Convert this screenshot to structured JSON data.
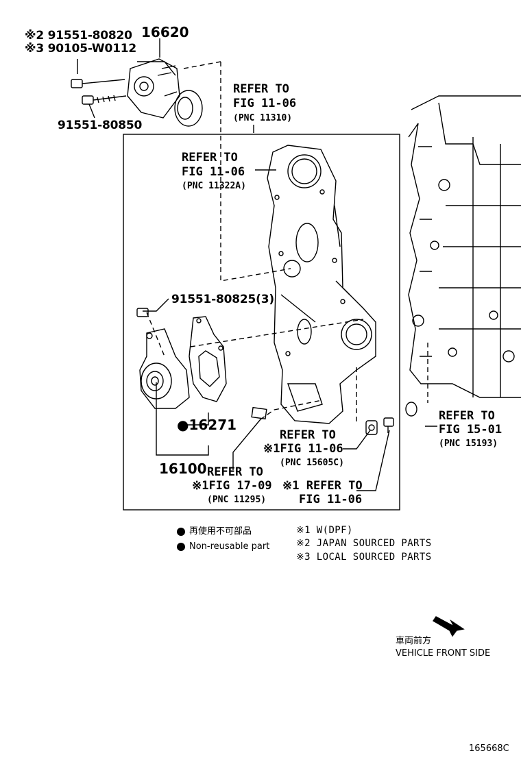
{
  "labels": {
    "p_16620": "16620",
    "p_91551_80820": "※2 91551-80820",
    "p_90105_w0112": "※3 90105-W0112",
    "p_91551_80850": "91551-80850",
    "ref1_a": "REFER TO",
    "ref1_b": "FIG 11-06",
    "ref1_c": "(PNC 11310)",
    "ref2_a": "REFER TO",
    "ref2_b": "FIG 11-06",
    "ref2_c": "(PNC 11322A)",
    "p_91551_80825": "91551-80825(3)",
    "p_16271": "●16271",
    "p_16100": "16100",
    "ref3_a": "REFER TO",
    "ref3_b": "※1FIG 17-09",
    "ref3_c": "(PNC 11295)",
    "ref4_a": "REFER TO",
    "ref4_b": "※1FIG 11-06",
    "ref4_c": "(PNC 15605C)",
    "ref5_a": "※1 REFER TO",
    "ref5_b": "FIG 11-06",
    "ref6_a": "REFER TO",
    "ref6_b": "FIG 15-01",
    "ref6_c": "(PNC 15193)"
  },
  "legend": {
    "jp_nonreusable": "再使用不可部品",
    "en_nonreusable": "Non-reusable part",
    "note1": "※1 W(DPF)",
    "note2": "※2 JAPAN SOURCED PARTS",
    "note3": "※3 LOCAL SOURCED PARTS"
  },
  "direction": {
    "jp": "車両前方",
    "en": "VEHICLE FRONT SIDE"
  },
  "illustration_id": "165668C"
}
